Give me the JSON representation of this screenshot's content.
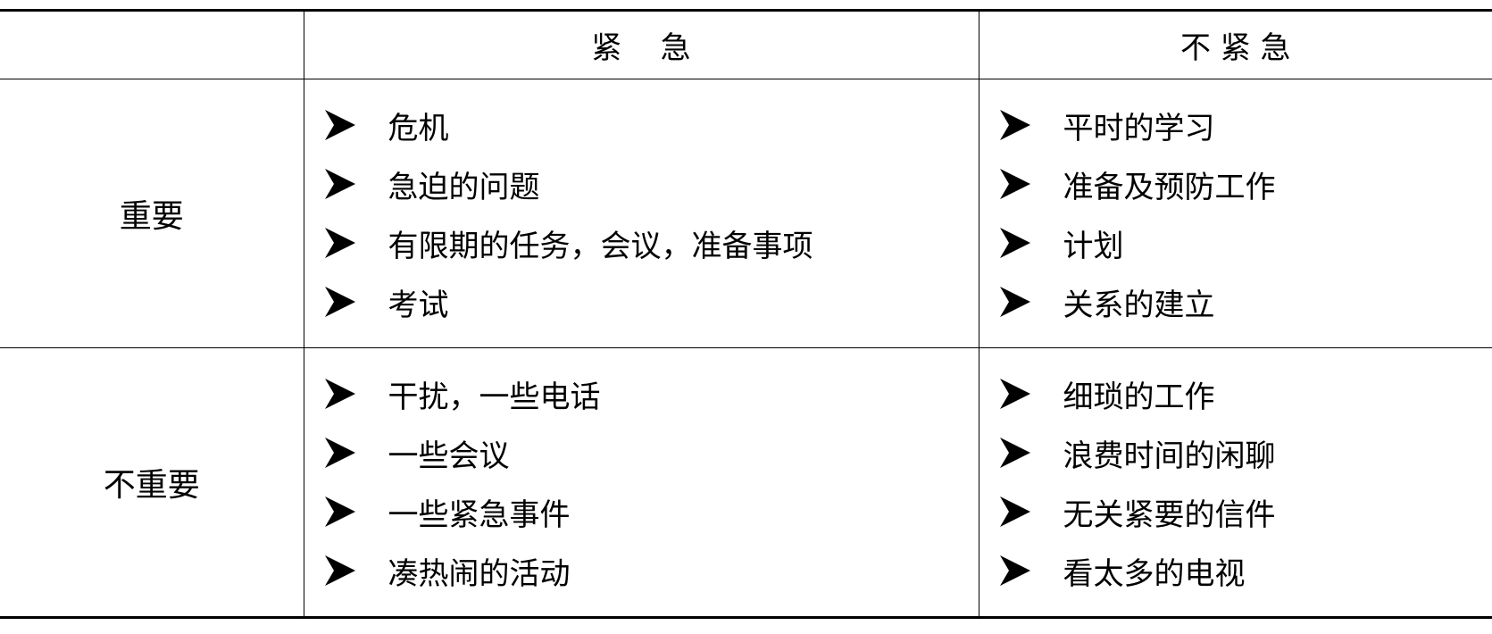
{
  "table": {
    "headers": [
      "",
      "紧    急",
      "不 紧 急"
    ],
    "rows": [
      {
        "label": "重要",
        "urgent": [
          "危机",
          "急迫的问题",
          "有限期的任务，会议，准备事项",
          "考试"
        ],
        "not_urgent": [
          "平时的学习",
          "准备及预防工作",
          "计划",
          "关系的建立"
        ]
      },
      {
        "label": "不重要",
        "urgent": [
          "干扰，一些电话",
          "一些会议",
          "一些紧急事件",
          "凑热闹的活动"
        ],
        "not_urgent": [
          "细琐的工作",
          "浪费时间的闲聊",
          "无关紧要的信件",
          "看太多的电视"
        ]
      }
    ]
  },
  "bullet_icon": "arrowhead-bullet-icon"
}
